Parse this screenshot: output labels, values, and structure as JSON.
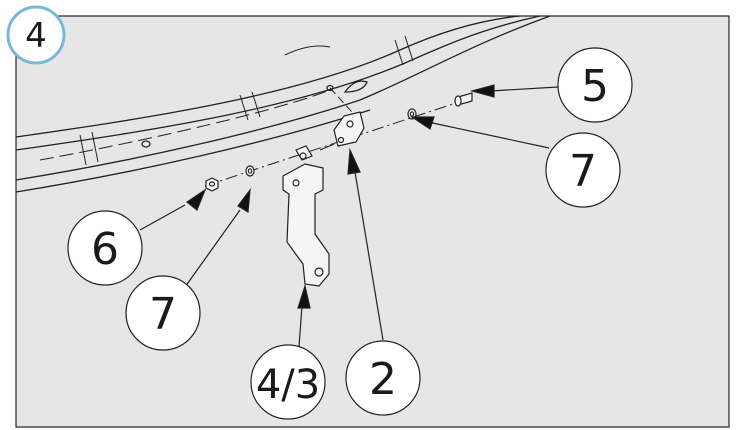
{
  "step": {
    "number": "4"
  },
  "callouts": {
    "c5": "5",
    "c7_right": "7",
    "c6": "6",
    "c7_left": "7",
    "c43": "4/3",
    "c2": "2"
  },
  "colors": {
    "panel": "#e6e6e6",
    "line": "#222222",
    "step_ring": "#7ab8d9"
  }
}
